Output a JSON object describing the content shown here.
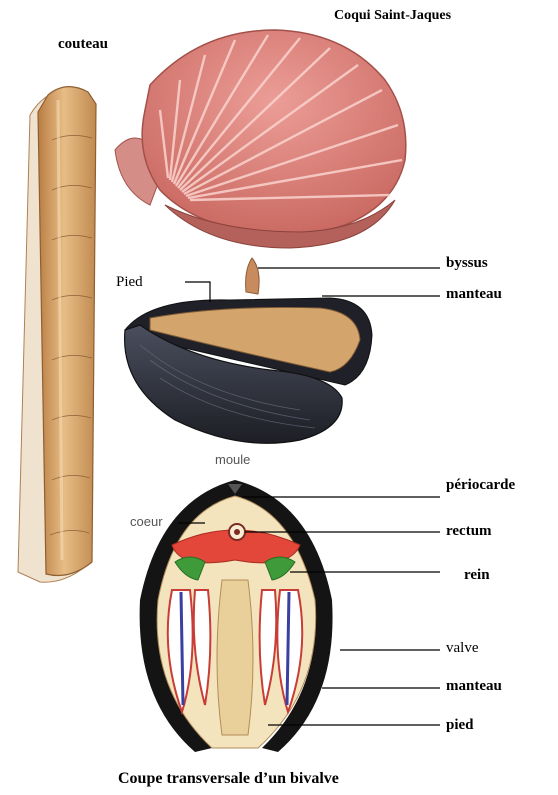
{
  "labels": {
    "coquille": "Coqui Saint-Jaques",
    "couteau": "couteau",
    "byssus": "byssus",
    "manteau_moule": "manteau",
    "pied_moule": "Pied",
    "moule": "moule",
    "periocarde": "périocarde",
    "coeur": "coeur",
    "rectum": "rectum",
    "rein": "rein",
    "valve": "valve",
    "manteau_coupe": "manteau",
    "pied_coupe": "pied",
    "caption": "Coupe transversale d’un bivalve"
  },
  "colors": {
    "scallop_pink": "#d9837f",
    "razor_tan": "#d8a56b",
    "mussel_dark": "#2b2d36",
    "mussel_flesh": "#d3a46c",
    "section_red": "#e2473a",
    "section_green": "#3f9a3a",
    "section_blue": "#3b3fa0",
    "section_beige": "#f3e4bd"
  }
}
